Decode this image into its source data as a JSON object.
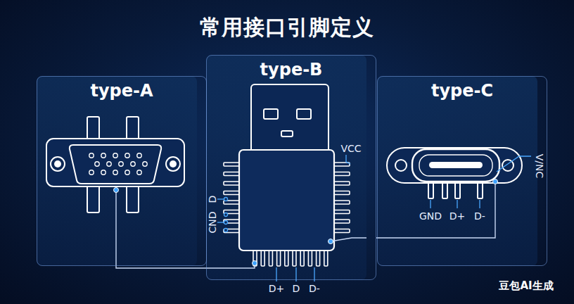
{
  "diagram": {
    "title": "常用接口引脚定义",
    "nodes": [
      {
        "text": [
          "type-A"
        ]
      },
      {
        "text": [
          "type-B"
        ]
      },
      {
        "text": [
          "type-C"
        ]
      }
    ],
    "edges": [
      {
        "from": 0,
        "to": 1,
        "arrow": "none"
      },
      {
        "from": 1,
        "to": 2,
        "arrow": "none"
      }
    ],
    "labels": [
      "VCC",
      "D",
      "CND",
      "D+",
      "D",
      "D-",
      "GND",
      "D+",
      "D-",
      "V/NC",
      "豆包AI生成"
    ]
  }
}
